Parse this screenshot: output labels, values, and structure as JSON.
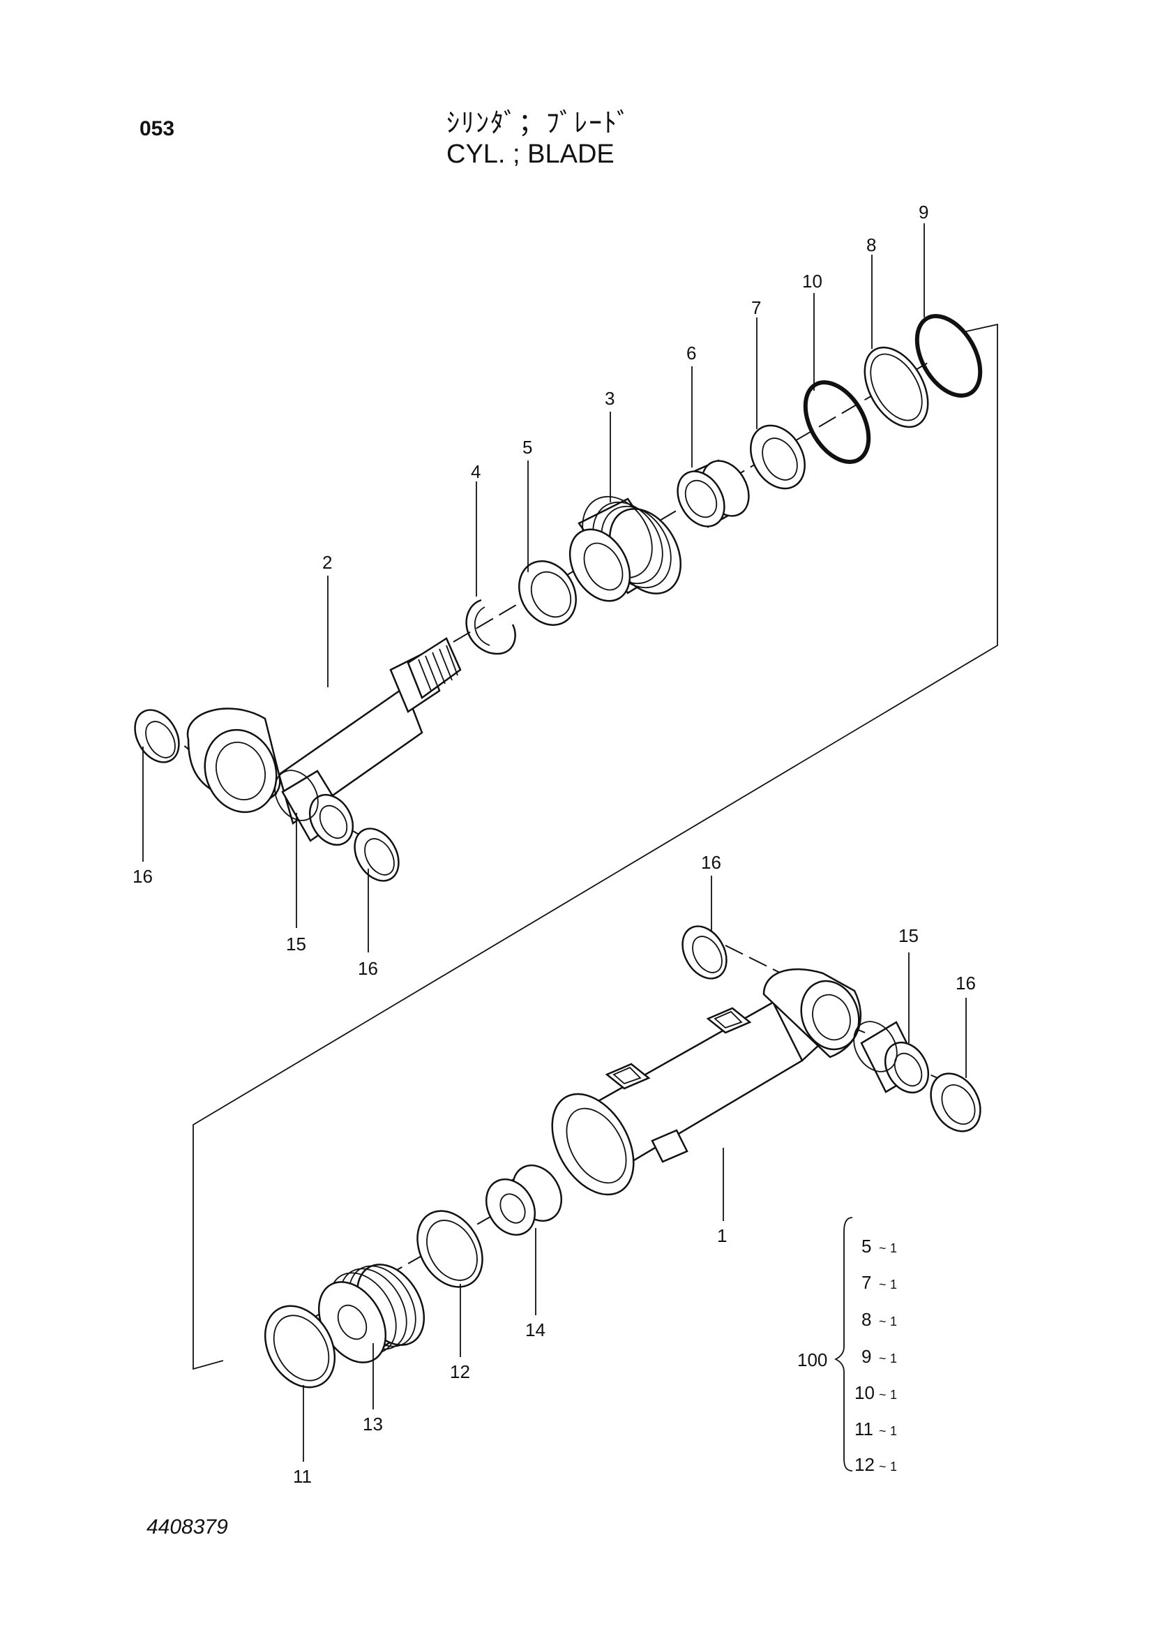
{
  "header": {
    "page_code": "053",
    "title_jp": "ｼﾘﾝﾀﾞ；ﾌﾞﾚｰﾄﾞ",
    "title_en": "CYL. ; BLADE"
  },
  "footer": {
    "drawing_number": "4408379"
  },
  "callouts": {
    "c1": "1",
    "c2": "2",
    "c3": "3",
    "c4": "4",
    "c5": "5",
    "c6": "6",
    "c7": "7",
    "c8": "8",
    "c9": "9",
    "c10": "10",
    "c11": "11",
    "c12": "12",
    "c13": "13",
    "c14": "14",
    "c15a": "15",
    "c15b": "15",
    "c16a": "16",
    "c16b": "16",
    "c16c": "16",
    "c16d": "16"
  },
  "kit": {
    "number": "100",
    "items": [
      {
        "part": "5",
        "qty": "1"
      },
      {
        "part": "7",
        "qty": "1"
      },
      {
        "part": "8",
        "qty": "1"
      },
      {
        "part": "9",
        "qty": "1"
      },
      {
        "part": "10",
        "qty": "1"
      },
      {
        "part": "11",
        "qty": "1"
      },
      {
        "part": "12",
        "qty": "1"
      }
    ]
  }
}
